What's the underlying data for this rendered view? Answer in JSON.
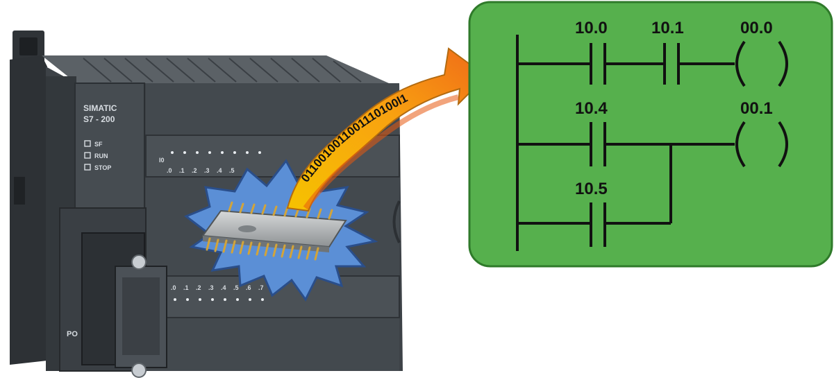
{
  "plc": {
    "brand": "SIMATIC",
    "model": "S7 - 200",
    "leds": [
      "SF",
      "RUN",
      "STOP"
    ],
    "input_group": "I0",
    "input_channels": [
      ".0",
      ".1",
      ".2",
      ".3",
      ".4",
      ".5"
    ],
    "output_channels": [
      ".0",
      ".1",
      ".2",
      ".3",
      ".4",
      ".5",
      ".6",
      ".7"
    ],
    "port_label": "PO"
  },
  "transfer": {
    "binary_code": "0110010011001110100l1"
  },
  "ladder": {
    "contacts": [
      "10.0",
      "10.1",
      "10.4",
      "10.5"
    ],
    "coils": [
      "00.0",
      "00.1"
    ]
  },
  "colors": {
    "plc_body": "#3d4247",
    "panel_green": "#56b04d",
    "burst_blue": "#5b8fd6",
    "arrow_yellow": "#f6c000",
    "arrow_orange": "#f07a1a"
  }
}
